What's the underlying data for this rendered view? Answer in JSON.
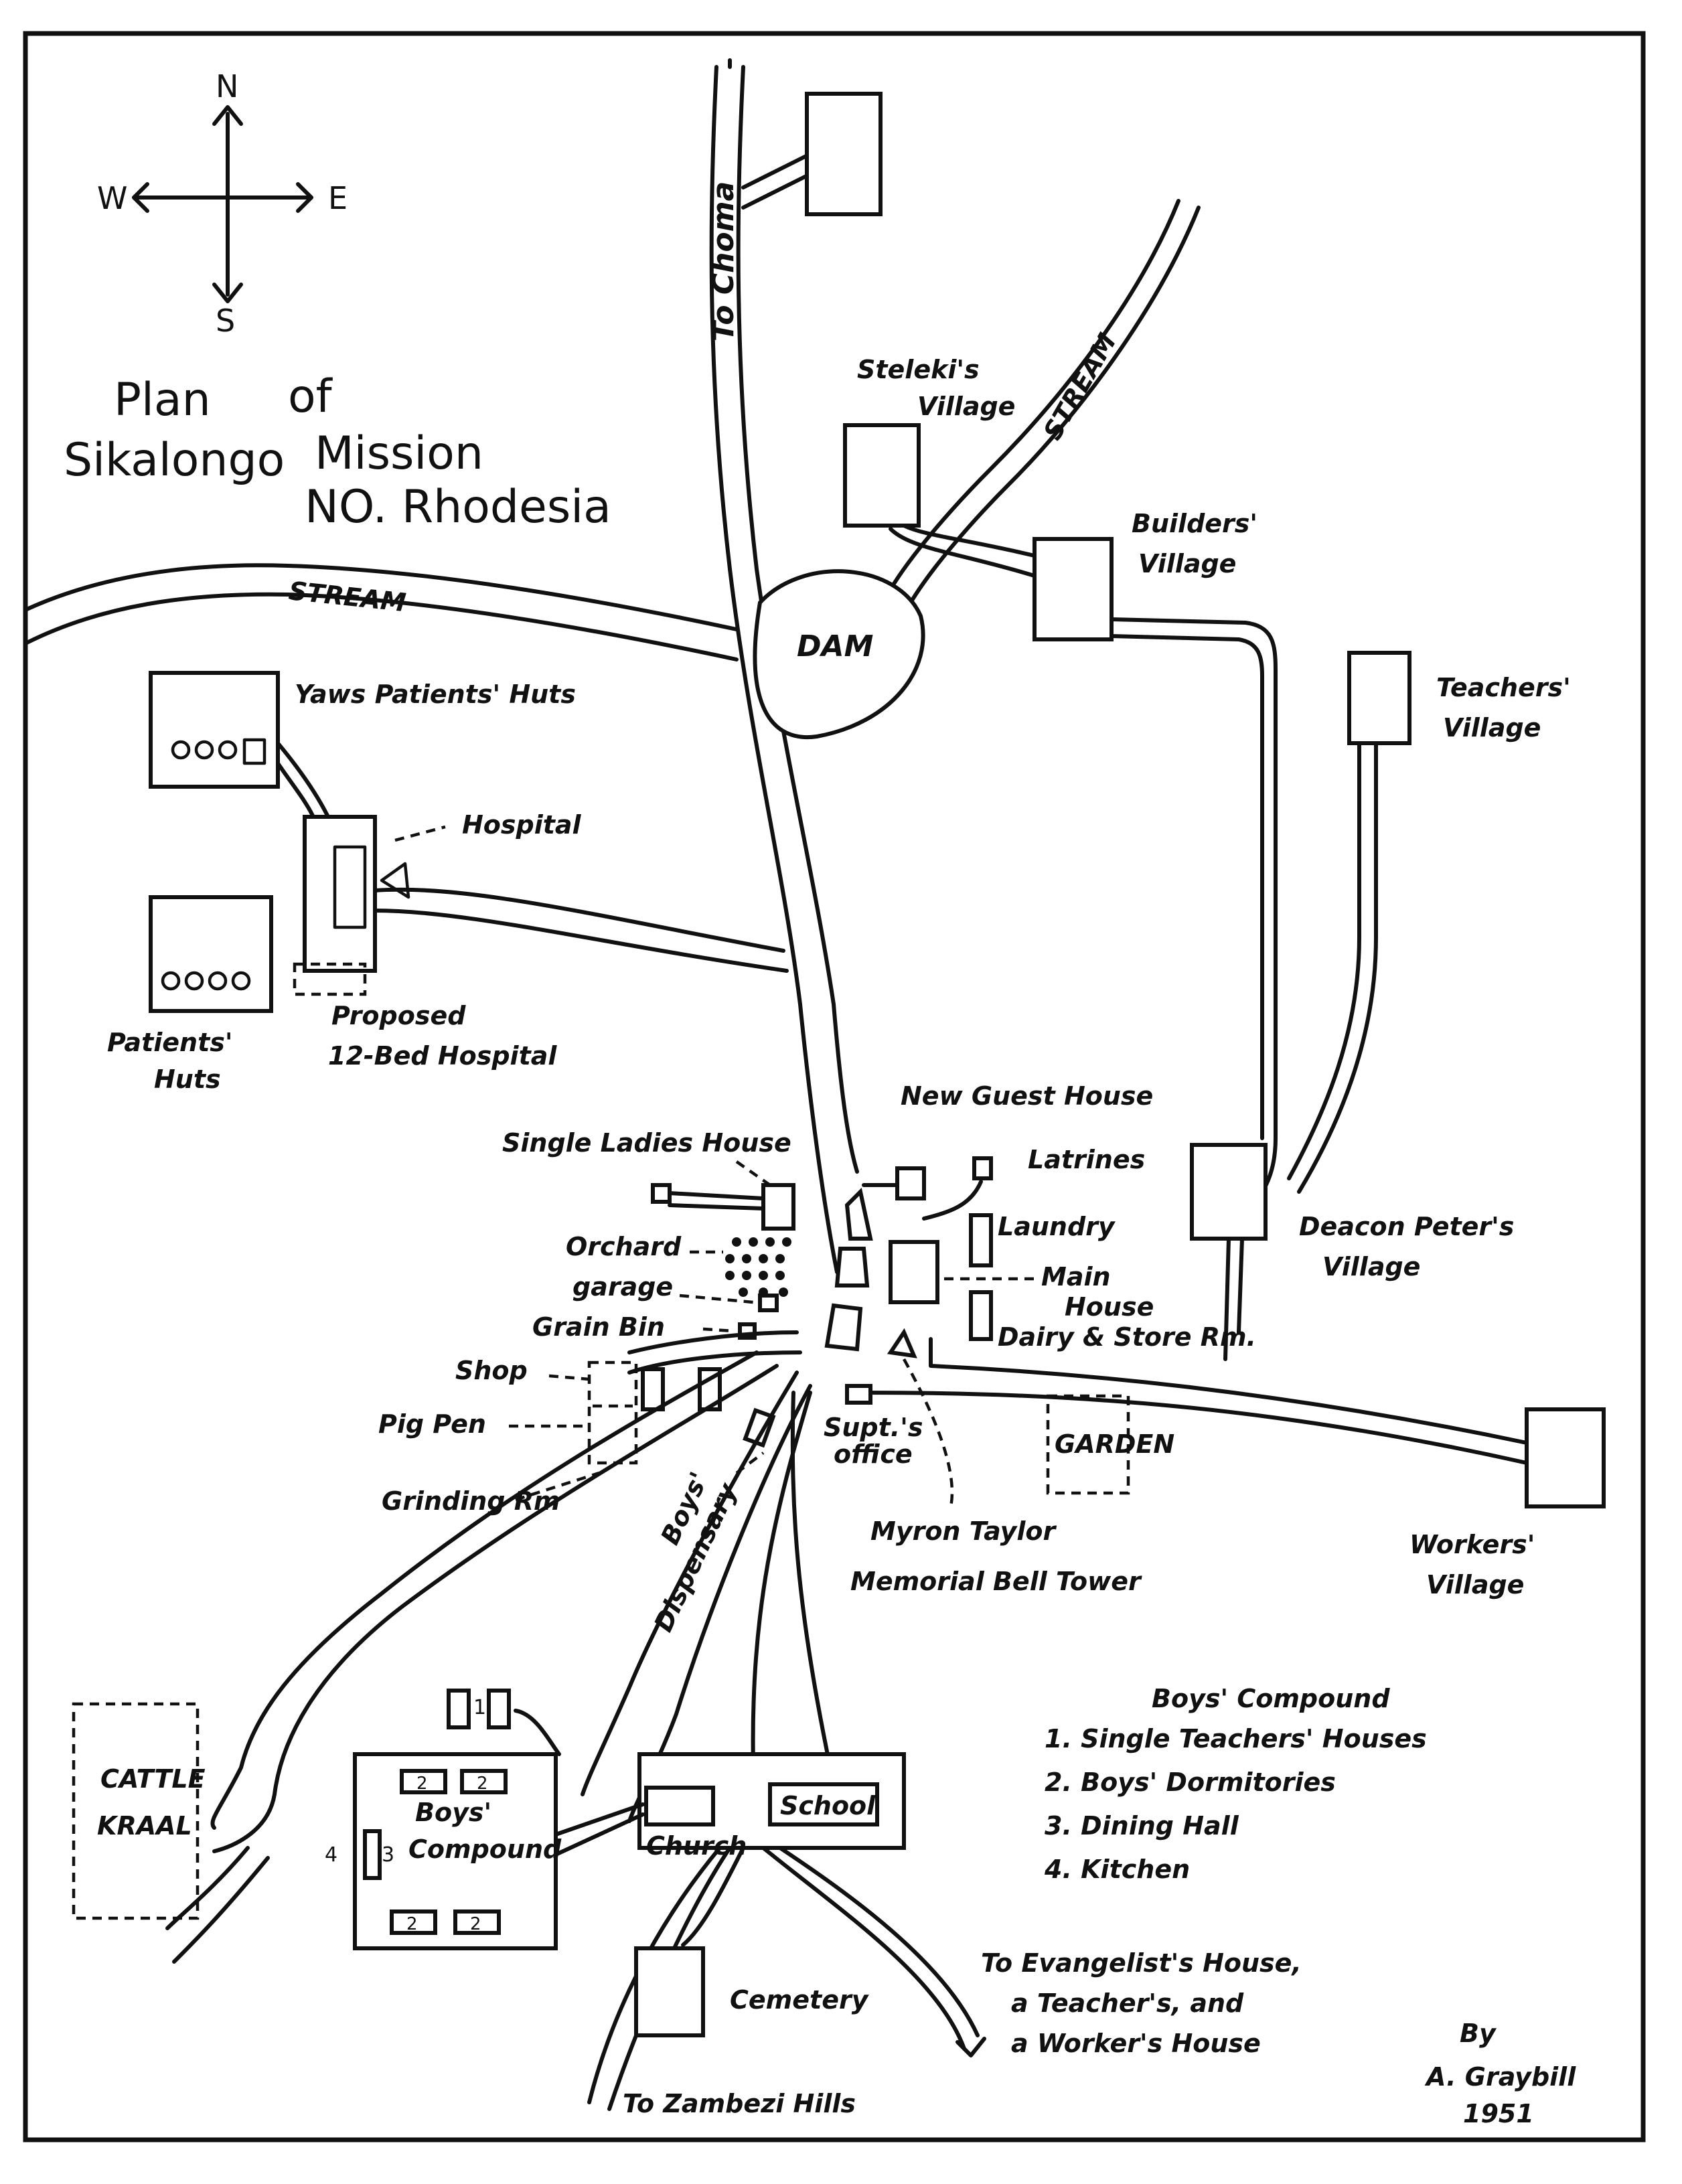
{
  "title": {
    "line1": "Plan",
    "line1b": "of",
    "line2": "Sikalongo",
    "line2b": "Mission",
    "line3": "NO. Rhodesia"
  },
  "compass": {
    "n": "N",
    "s": "S",
    "e": "E",
    "w": "W"
  },
  "roads": {
    "to_choma": "To Choma",
    "to_zambezi_hills": "To Zambezi Hills"
  },
  "streams": {
    "main": "STREAM",
    "north": "STREAM"
  },
  "features": {
    "dam": "DAM",
    "stelekis_village": [
      "Steleki's",
      "Village"
    ],
    "builders_village": [
      "Builders'",
      "Village"
    ],
    "teachers_village": [
      "Teachers'",
      "Village"
    ],
    "yaws_huts": "Yaws Patients' Huts",
    "hospital": "Hospital",
    "patients_huts": [
      "Patients'",
      "Huts"
    ],
    "proposed_hospital": [
      "Proposed",
      "12-Bed Hospital"
    ],
    "new_guest_house": "New Guest House",
    "single_ladies_house": "Single Ladies House",
    "latrines": "Latrines",
    "laundry": "Laundry",
    "orchard": "Orchard",
    "garage": "garage",
    "main_house": [
      "Main",
      "House"
    ],
    "grain_bin": "Grain Bin",
    "dairy": "Dairy & Store Rm.",
    "deacon_peters_village": [
      "Deacon Peter's",
      "Village"
    ],
    "shop": "Shop",
    "pig_pen": "Pig Pen",
    "grinding_rm": "Grinding Rm",
    "supts_office": [
      "Supt.'s",
      "office"
    ],
    "garden": "GARDEN",
    "bell_tower": [
      "Myron Taylor",
      "Memorial Bell Tower"
    ],
    "workers_village": [
      "Workers'",
      "Village"
    ],
    "boys_dispensary": [
      "Boys'",
      "Dispensary"
    ],
    "cattle_kraal": [
      "CATTLE",
      "KRAAL"
    ],
    "boys_compound": [
      "Boys'",
      "Compound"
    ],
    "church": "Church",
    "school": "School",
    "cemetery": "Cemetery",
    "to_evangelist": [
      "To Evangelist's House,",
      "a Teacher's, and",
      "a Worker's House"
    ]
  },
  "compound_marks": {
    "one": "1",
    "two": "2",
    "three": "3",
    "four": "4"
  },
  "legend": {
    "title": "Boys' Compound",
    "items": [
      "1. Single Teachers' Houses",
      "2. Boys' Dormitories",
      "3. Dining Hall",
      "4. Kitchen"
    ]
  },
  "credit": {
    "by": "By",
    "author": "A. Graybill",
    "year": "1951"
  }
}
